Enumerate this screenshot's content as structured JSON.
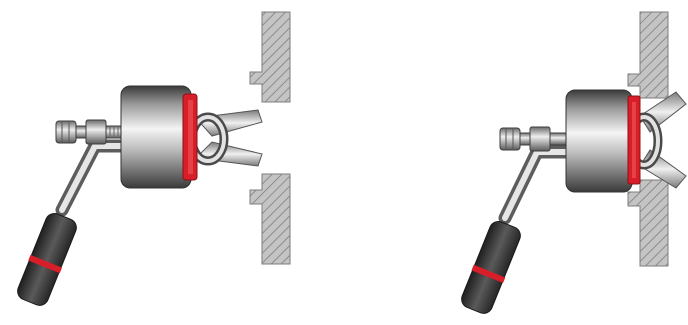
{
  "figure": {
    "panels": [
      {
        "id": "left",
        "state": "plug-before-insertion"
      },
      {
        "id": "right",
        "state": "plug-seated-in-opening"
      }
    ]
  },
  "colors": {
    "background": "#ffffff",
    "red_seal": "#d81e28",
    "grip": "#3a3a3a",
    "hatch_fill": "#bdbdbd",
    "hatch_line": "#8a8a8a",
    "metal_dark": "#4a4a4a",
    "metal_light": "#f2f2f2"
  },
  "icons": [
    "plug-tool-icon",
    "wall-section-icon",
    "wing-nut-icon",
    "bolt-icon",
    "handle-grip-icon"
  ]
}
